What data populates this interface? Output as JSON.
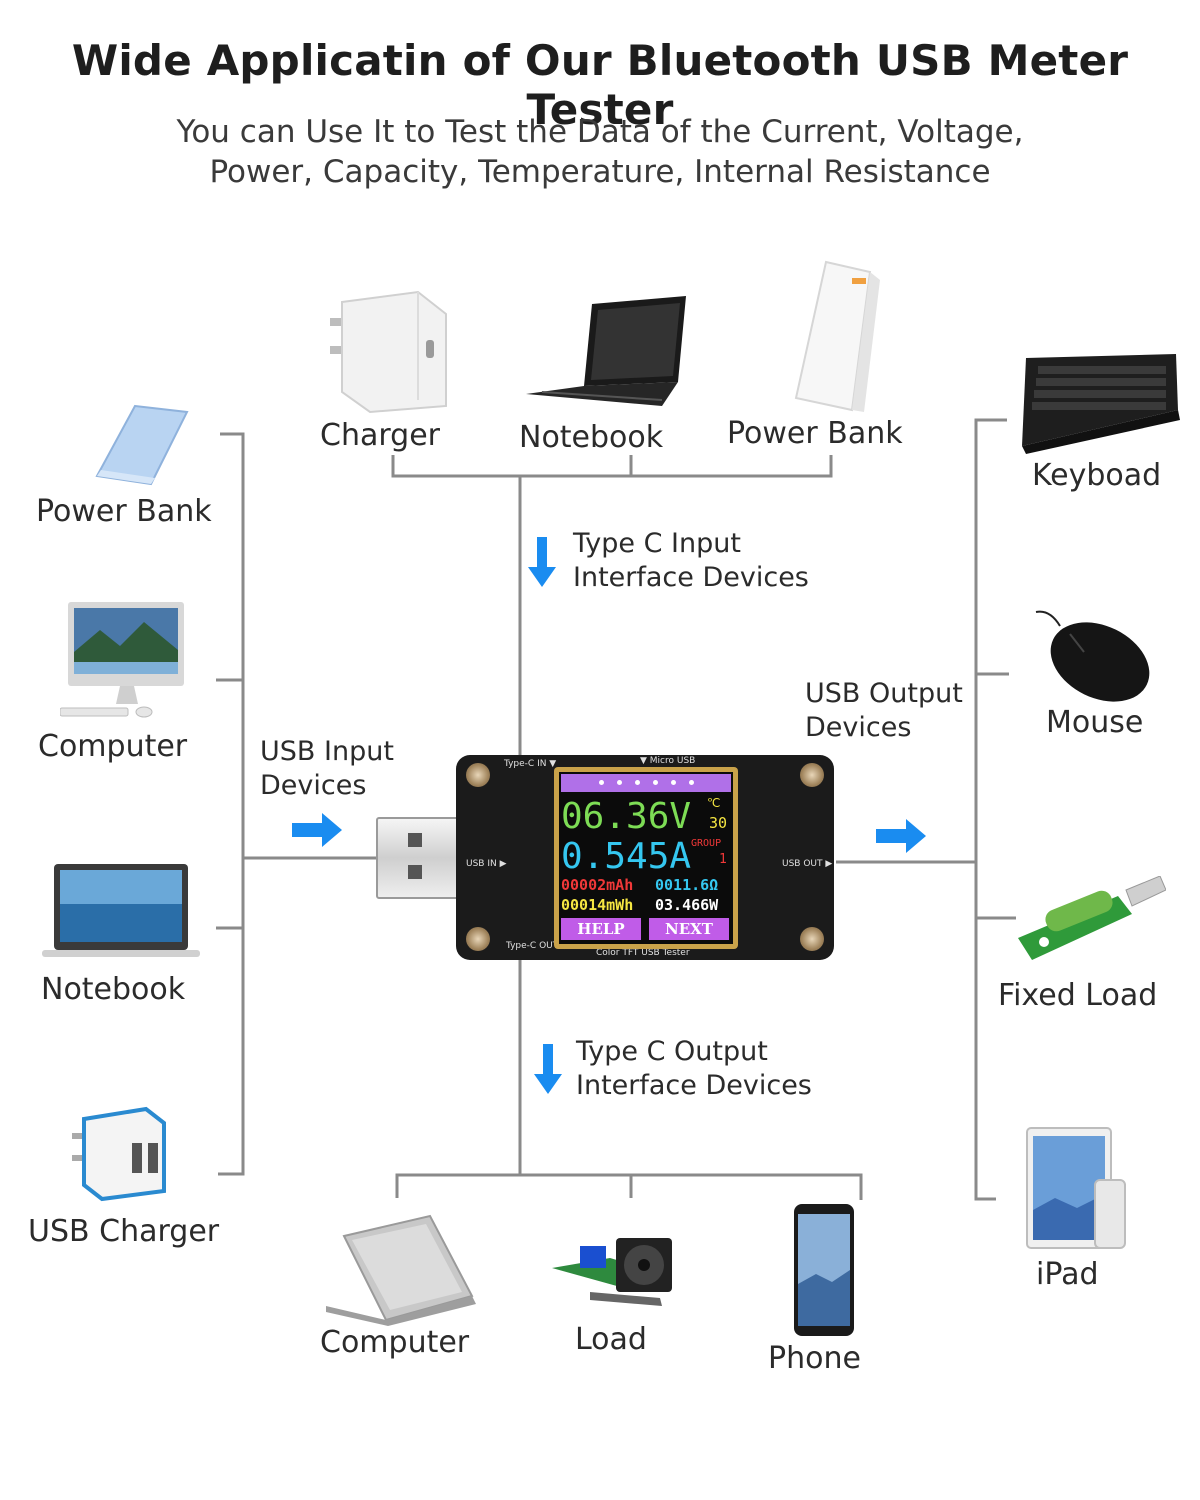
{
  "header": {
    "title": "Wide Applicatin of Our Bluetooth USB Meter Tester",
    "subtitle_line1": "You can Use It to Test the Data of the Current, Voltage,",
    "subtitle_line2": "Power, Capacity, Temperature, Internal Resistance"
  },
  "top_devices": [
    "Charger",
    "Notebook",
    "Power Bank"
  ],
  "left_devices": [
    "Power Bank",
    "Computer",
    "Notebook",
    "USB Charger"
  ],
  "right_devices": [
    "Keyboad",
    "Mouse",
    "Fixed Load",
    "iPad"
  ],
  "bottom_devices": [
    "Computer",
    "Load",
    "Phone"
  ],
  "annotations": {
    "typec_input": [
      "Type C Input",
      "Interface Devices"
    ],
    "typec_output": [
      "Type C Output",
      "Interface Devices"
    ],
    "usb_input": [
      "USB Input",
      "Devices"
    ],
    "usb_output": [
      "USB Output",
      "Devices"
    ]
  },
  "meter": {
    "label_typec_in": "Type-C IN ▼",
    "label_micro_usb": "▼ Micro USB",
    "label_usb_in": "USB IN ▶",
    "label_usb_out": "USB OUT ▶",
    "label_typec_out": "Type-C OUT ▼",
    "label_bottom": "Color TFT USB Tester",
    "voltage": "06.36V",
    "temp_unit": "℃",
    "temp_value": "30",
    "current": "0.545A",
    "group_label": "GROUP",
    "group_value": "1",
    "capacity": "00002mAh",
    "resistance": "0011.6Ω",
    "energy": "00014mWh",
    "power": "03.466W",
    "help_button": "HELP",
    "next_button": "NEXT"
  },
  "colors": {
    "arrow": "#1a8cf0",
    "line": "#8a8a8a",
    "lcd_green": "#7ddc55",
    "lcd_cyan": "#35c7f0",
    "lcd_red": "#f03838",
    "lcd_yellow": "#f5e642",
    "lcd_magenta": "#e04cf0"
  }
}
